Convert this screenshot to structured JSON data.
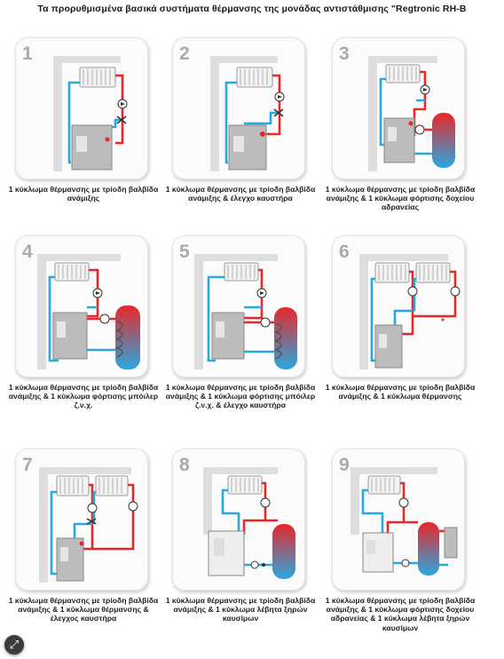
{
  "title": "Τα προρυθμισμένα βασικά συστήματα θέρμανσης της μονάδας αντιστάθμισης \"Regtronic RH-B",
  "colors": {
    "hot_pipe": "#e8272a",
    "cold_pipe": "#29a8e0",
    "card_bg": "#fbfbfb",
    "wall": "#dedede"
  },
  "fullscreen_icon": "expand-arrows-icon",
  "diagrams": [
    {
      "number": "1",
      "caption": "1 κύκλωμα θέρμανσης με τρίοδη βαλβίδα ανάμιξης"
    },
    {
      "number": "2",
      "caption": "1 κύκλωμα θέρμανσης με τρίοδη βαλβίδα ανάμιξης & έλεγχο καυστήρα"
    },
    {
      "number": "3",
      "caption": "1 κύκλωμα θέρμανσης με τρίοδη βαλβίδα ανάμιξης & 1 κύκλωμα φόρτισης δοχείου αδρανείας"
    },
    {
      "number": "4",
      "caption": "1 κύκλωμα θέρμανσης με τρίοδη βαλβίδα ανάμιξης & 1 κύκλωμα φόρτισης μπόιλερ ζ.ν.χ."
    },
    {
      "number": "5",
      "caption": "1 κύκλωμα θέρμανσης με τρίοδη βαλβίδα ανάμιξης & 1 κύκλωμα φόρτισης μπόιλερ ζ.ν.χ. & έλεγχο καυστήρα"
    },
    {
      "number": "6",
      "caption": "1 κύκλωμα θέρμανσης με τρίοδη βαλβίδα ανάμιξης & 1 κύκλωμα θέρμανσης"
    },
    {
      "number": "7",
      "caption": "1 κύκλωμα θέρμανσης με τρίοδη βαλβίδα ανάμιξης & 1 κύκλωμα θέρμανσης & έλεγχος καυστήρα"
    },
    {
      "number": "8",
      "caption": "1 κύκλωμα θέρμανσης με τρίοδη βαλβίδα ανάμιξης & 1 κύκλωμα λέβητα ξηρών καυσίμων"
    },
    {
      "number": "9",
      "caption": "1 κύκλωμα θέρμανσης με τρίοδη βαλβίδα ανάμιξης & 1 κύκλωμα φόρτισης δοχείου αδρανείας & 1 κύκλωμα λέβητα ξηρών καυσίμων"
    }
  ]
}
